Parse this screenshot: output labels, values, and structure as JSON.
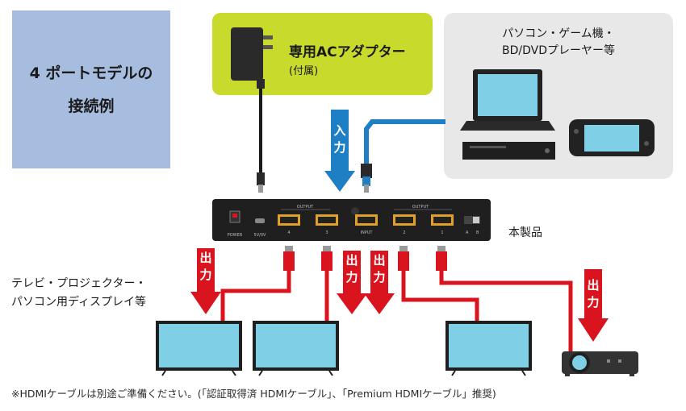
{
  "model_box": {
    "line1": "4 ポートモデルの",
    "line2": "接続例"
  },
  "adapter": {
    "label": "専用ACアダプター",
    "sub": "(付属)"
  },
  "source": {
    "line1": "パソコン・ゲーム機・",
    "line2": "BD/DVDプレーヤー等"
  },
  "arrows": {
    "input": [
      "入",
      "力"
    ],
    "output": [
      "出",
      "力"
    ]
  },
  "device": {
    "label": "本製品",
    "port_labels": [
      "POWER",
      "5V/0V",
      "4",
      "3",
      "INPUT",
      "2",
      "1",
      "A",
      "B"
    ],
    "group_labels": [
      "OUTPUT",
      "OUTPUT"
    ]
  },
  "displays": {
    "line1": "テレビ・プロジェクター・",
    "line2": "パソコン用ディスプレイ等"
  },
  "footnote": "※HDMIケーブルは別途ご準備ください。(「認証取得済 HDMIケーブル」、「Premium HDMIケーブル」推奨)",
  "colors": {
    "model_bg": "#a7bde0",
    "adapter_bg": "#c8db2c",
    "source_bg": "#e8e8e9",
    "input_blue": "#1f7fc4",
    "output_red": "#d9141f",
    "screen_blue": "#7fd0e6",
    "device_black": "#1f1f1f"
  }
}
